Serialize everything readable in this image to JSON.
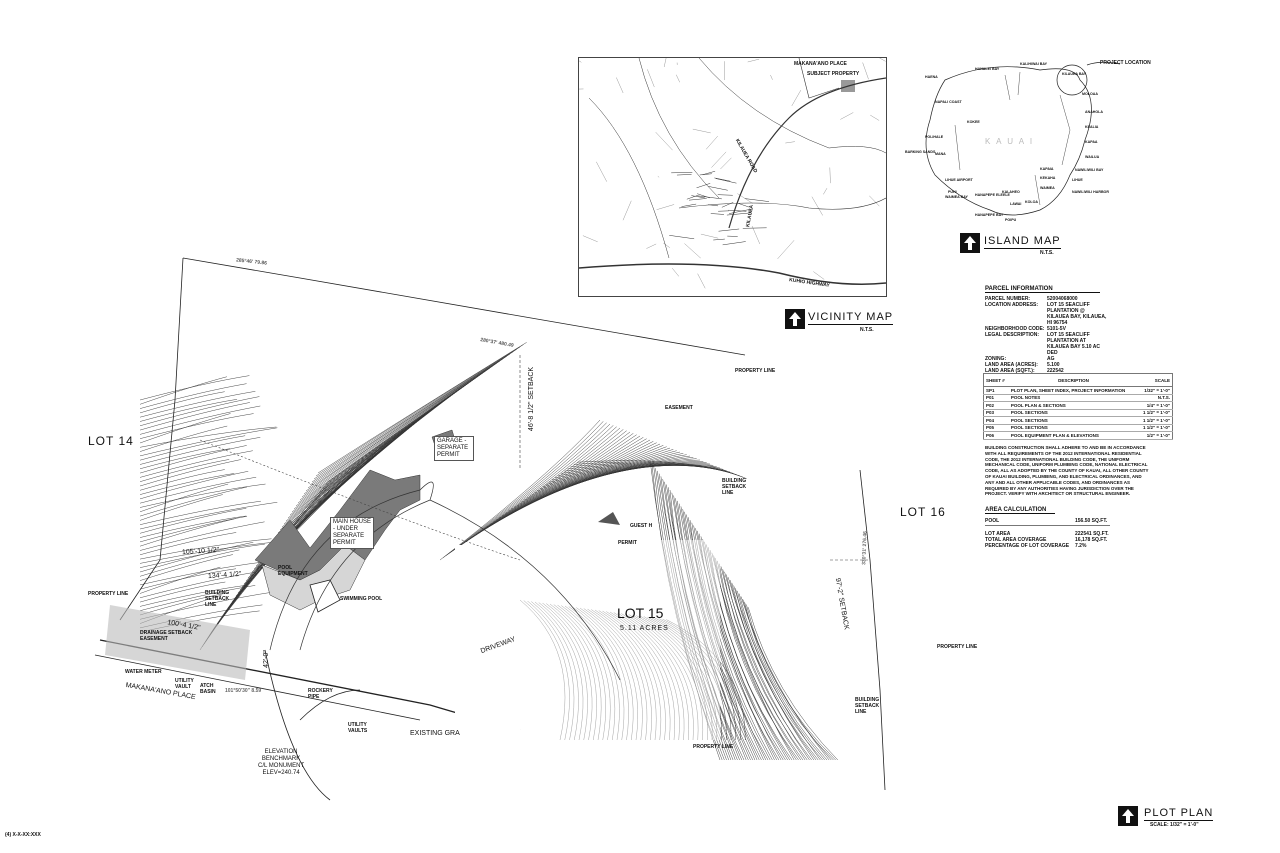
{
  "sheet_id": "(4) X-X-XX:XXX",
  "vicinity_map": {
    "title": "VICINITY MAP",
    "scale": "N.T.S.",
    "labels": [
      "MAKANA'ANO PLACE",
      "SUBJECT PROPERTY",
      "KILAUEA ROAD",
      "KILAUEA",
      "KUHIO HIGHWAY"
    ]
  },
  "island_map": {
    "title": "ISLAND MAP",
    "scale": "N.T.S.",
    "project_location": "PROJECT LOCATION",
    "island_name": "K A U A I",
    "places": [
      "HAENA",
      "HANALEI BAY",
      "KALIHIWAI BAY",
      "KILAUEA BAY",
      "MOLOAA",
      "NAPALI COAST",
      "ANAHOLA",
      "KOKEE",
      "KEALIA",
      "POLIHALE",
      "KAPAA",
      "BARKING SANDS",
      "MANA",
      "WAILUA",
      "KAPAIA",
      "NAWILIWILI BAY",
      "KEKAHA",
      "LIHUE",
      "LIHUE AIRPORT",
      "WAIMEA",
      "PUHI",
      "NAWILIWILI HARBOR",
      "WAIMEA BAY",
      "HANAPEPE ELEELE",
      "KALAHEO",
      "LAWAI",
      "KOLOA",
      "HANAPEPE BAY",
      "POIPU"
    ]
  },
  "parcel_information": {
    "title": "PARCEL INFORMATION",
    "rows": [
      {
        "key": "PARCEL NUMBER:",
        "value": "52004068000"
      },
      {
        "key": "LOCATION ADDRESS:",
        "value": "LOT 15 SEACLIFF PLANTATION @ KILAUEA BAY, KILAUEA, HI 96754"
      },
      {
        "key": "NEIGHBORHOOD CODE:",
        "value": "5101-5V"
      },
      {
        "key": "LEGAL DESCRIPTION:",
        "value": "LOT 15 SEACLIFF PLANTATION AT KILAUEA BAY 5.10 AC DED"
      },
      {
        "key": "ZONING:",
        "value": "AG"
      },
      {
        "key": "LAND AREA (ACRES):",
        "value": "5.100"
      },
      {
        "key": "LAND AREA (SQFT.):",
        "value": "222542"
      }
    ]
  },
  "sheet_index": {
    "headers": [
      "SHEET #",
      "DESCRIPTION",
      "SCALE"
    ],
    "rows": [
      [
        "SP1",
        "PLOT PLAN, SHEET INDEX, PROJECT INFORMATION",
        "1/32\" = 1'-0\""
      ],
      [
        "P01",
        "POOL NOTES",
        "N.T.S."
      ],
      [
        "P02",
        "POOL PLAN & SECTIONS",
        "1/4\" = 1'-0\""
      ],
      [
        "P03",
        "POOL SECTIONS",
        "1 1/2\" = 1'-0\""
      ],
      [
        "P04",
        "POOL SECTIONS",
        "1 1/2\" = 1'-0\""
      ],
      [
        "P05",
        "POOL SECTIONS",
        "1 1/2\" = 1'-0\""
      ],
      [
        "P06",
        "POOL EQUIPMENT PLAN & ELEVATIONS",
        "1/2\" = 1'-0\""
      ]
    ]
  },
  "code_note": "BUILDING CONSTRUCTION SHALL ADHERE TO AND BE IN ACCORDANCE WITH ALL REQUIREMENTS OF THE 2012 INTERNATIONAL RESIDENTIAL CODE, THE 2012 INTERNATIONAL BUILDING CODE, THE UNIFORM MECHANICAL CODE, UNIFORM PLUMBING CODE, NATIONAL ELECTRICAL CODE, ALL AS ADOPTED BY THE COUNTY OF KAUAI, ALL OTHER COUNTY OF KAUAI BUILDING, PLUMBING, AND ELECTRICAL ORDINANCES, AND ANY AND ALL OTHER APPLICABLE CODES, AND ORDINANCES AS REQUIRED BY ANY AUTHORITIES HAVING JURISDICTION OVER THE PROJECT. VERIFY WITH ARCHITECT OR STRUCTURAL ENGINEER.",
  "area_calculation": {
    "title": "AREA CALCULATION",
    "pool_label": "POOL",
    "pool_value": "156.50 SQ.FT.",
    "rows": [
      {
        "key": "LOT AREA",
        "value": "222541 SQ.FT."
      },
      {
        "key": "TOTAL AREA COVERAGE",
        "value": "16,178 SQ.FT."
      },
      {
        "key": "PERCENTAGE OF LOT COVERAGE",
        "value": "7.2%"
      }
    ]
  },
  "plot_plan": {
    "title": "PLOT PLAN",
    "scale": "SCALE: 1/32\" = 1'-0\"",
    "lot14": "LOT 14",
    "lot15": "LOT 15",
    "lot15_area": "5.11 ACRES",
    "lot16": "LOT 16",
    "garage": "GARAGE - SEPARATE PERMIT",
    "main_house": "MAIN HOUSE - UNDER SEPARATE PERMIT",
    "pool_equipment": "POOL EQUIPMENT",
    "swimming_pool": "SWIMMING POOL",
    "driveway": "DRIVEWAY",
    "guest_house": "GUEST H",
    "permit": "PERMIT",
    "easement": "EASEMENT",
    "property_line": "PROPERTY LINE",
    "building_setback_line": "BUILDING SETBACK LINE",
    "drainage_easement": "DRAINAGE SETBACK EASEMENT",
    "water_meter": "WATER METER",
    "street": "MAKANA'ANO PLACE",
    "utility_vault": "UTILITY VAULT",
    "catch_basin": "ATCH BASIN",
    "rockery_pipe": "ROCKERY PIPE",
    "utility_vaults": "UTILITY VAULTS",
    "existing_grade": "EXISTING GRA",
    "benchmark": [
      "ELEVATION",
      "BENCHMARK",
      "C/L MONUMENT",
      "ELEV=240.74"
    ],
    "dim_top": "285°46'  79.86",
    "dim_top2": "280°37'  480.49",
    "dim_1": "105'-10 1/2\"",
    "dim_2": "134'-4 1/2\"",
    "dim_3": "100'-4 1/2\"",
    "setback_1": "46'-8 1/2\" SETBACK",
    "setback_2": "97'-2\" SETBACK",
    "dim_4": "42'-0\"",
    "bearing_1": "101°50'30\" 8.59",
    "bearing_2": "330°31' 276.46"
  }
}
